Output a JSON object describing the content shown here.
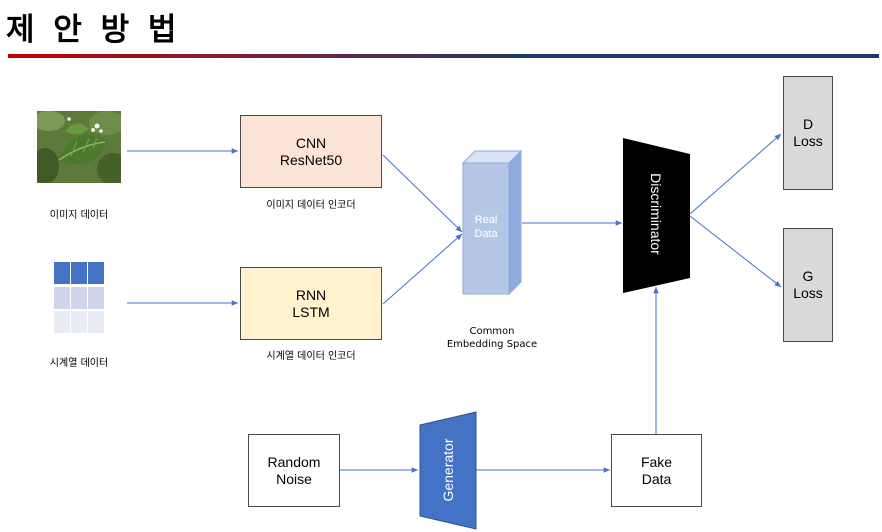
{
  "title": "제 안 방 법",
  "colors": {
    "rule_left": "#c00000",
    "rule_right": "#1f3a68",
    "arrow": "#4472c4",
    "cnn_fill": "#fce4d6",
    "rnn_fill": "#fff2cc",
    "embedding_front": "#b4c7e7",
    "embedding_top": "#dae3f3",
    "embedding_side": "#8faadc",
    "loss_fill": "#d9d9d9",
    "generator_fill": "#4472c4",
    "discriminator_fill": "#000000"
  },
  "inputs": {
    "image_caption": "이미지 데이터",
    "timeseries_caption": "시계열 데이터"
  },
  "encoders": {
    "cnn": {
      "line1": "CNN",
      "line2": "ResNet50",
      "caption": "이미지 데이터 인코더"
    },
    "rnn": {
      "line1": "RNN",
      "line2": "LSTM",
      "caption": "시계열 데이터 인코더"
    }
  },
  "embedding": {
    "label_line1": "Real",
    "label_line2": "Data",
    "caption_line1": "Common",
    "caption_line2": "Embedding Space"
  },
  "discriminator": {
    "label": "Discriminator"
  },
  "losses": {
    "d": {
      "line1": "D",
      "line2": "Loss"
    },
    "g": {
      "line1": "G",
      "line2": "Loss"
    }
  },
  "noise": {
    "line1": "Random",
    "line2": "Noise"
  },
  "generator": {
    "label": "Generator"
  },
  "fake": {
    "line1": "Fake",
    "line2": "Data"
  },
  "icons": {
    "image_input": "leaf-photo-icon",
    "timeseries_input": "table-grid-icon"
  }
}
